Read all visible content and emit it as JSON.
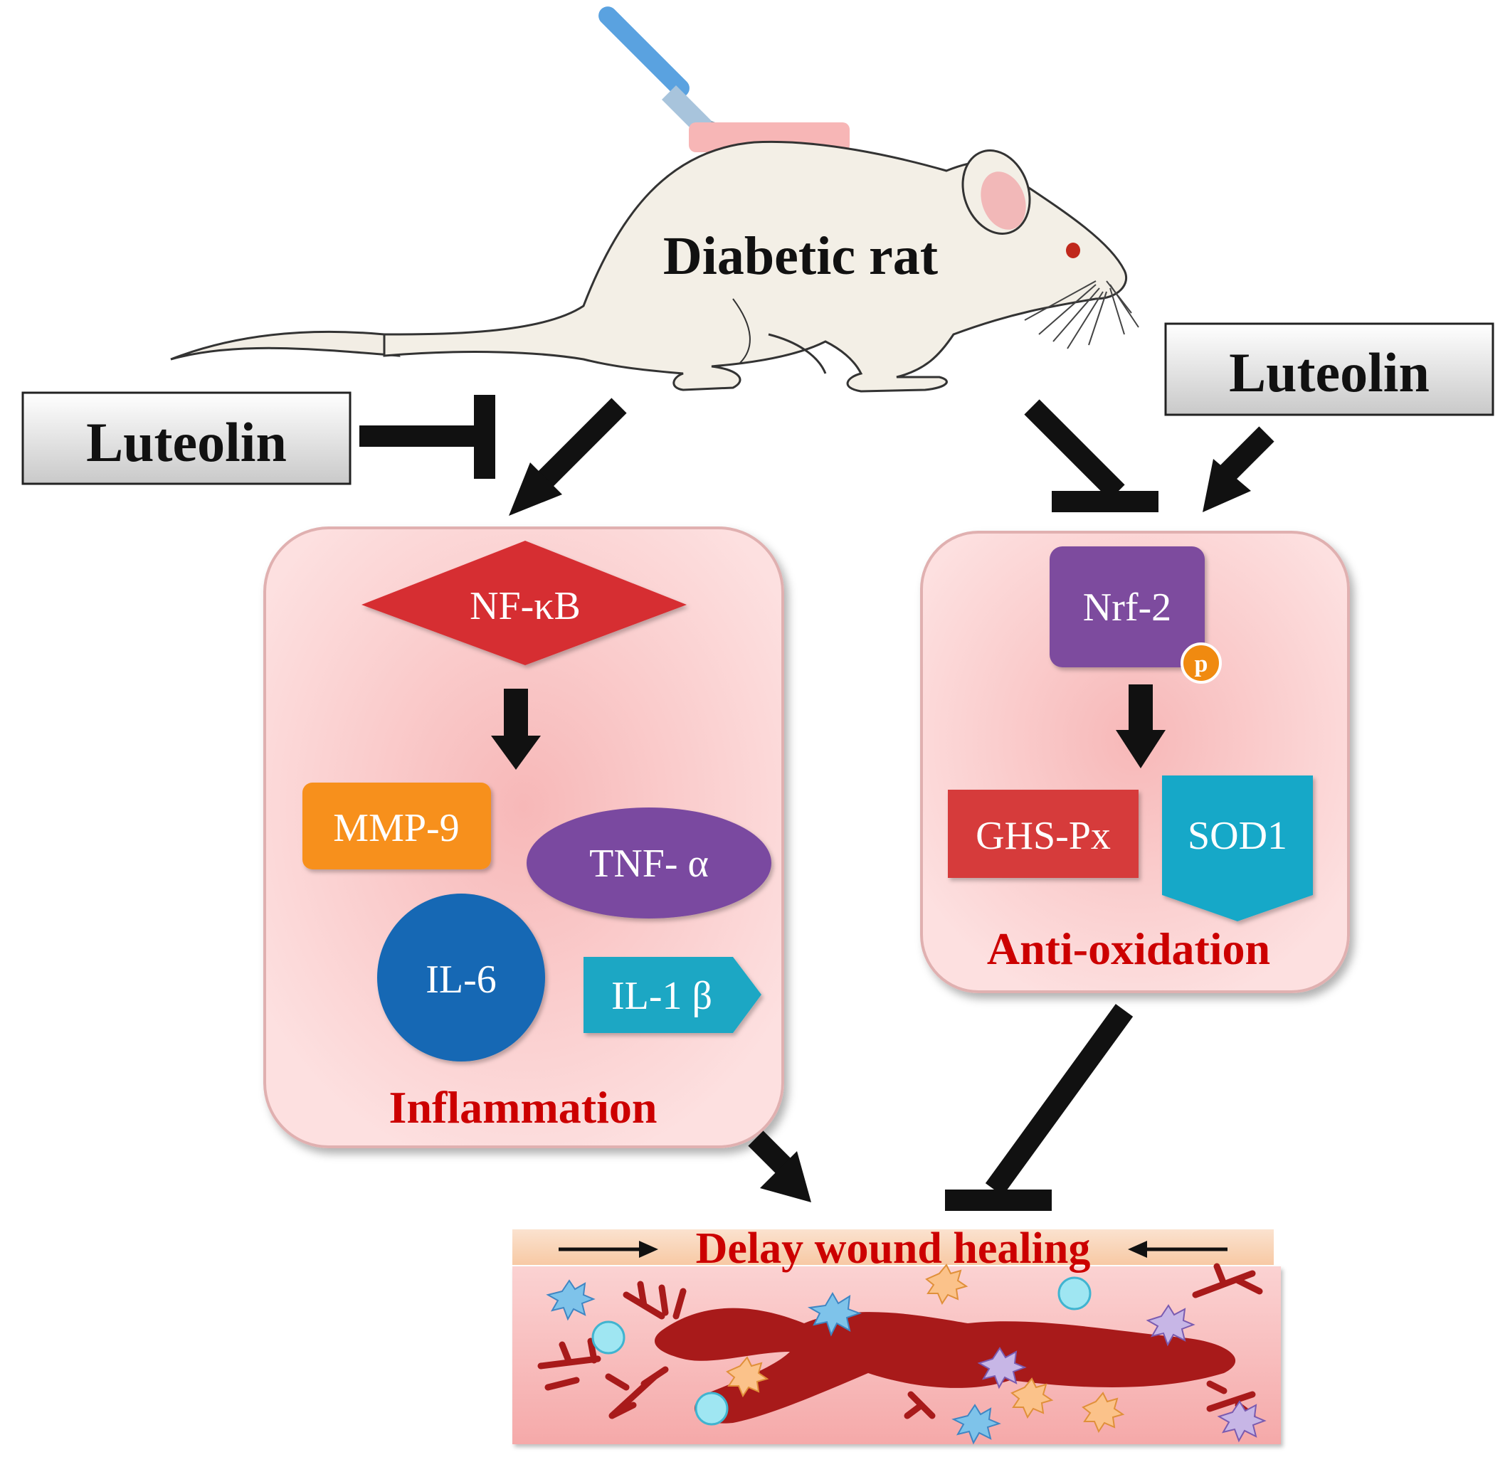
{
  "rat": {
    "label": "Diabetic rat"
  },
  "luteolin_left": {
    "label": "Luteolin"
  },
  "luteolin_right": {
    "label": "Luteolin"
  },
  "inflammation": {
    "title": "Inflammation",
    "nfkb": "NF-κB",
    "mmp9": "MMP-9",
    "tnf": "TNF- α",
    "il6": "IL-6",
    "il1b": "IL-1 β"
  },
  "antioxidation": {
    "title": "Anti-oxidation",
    "nrf2": "Nrf-2",
    "phospho": "p",
    "ghspx": "GHS-Px",
    "sod1": "SOD1"
  },
  "wound": {
    "label": "Delay wound healing"
  },
  "colors": {
    "panel_fill": "#f9c9c9",
    "title_red": "#cc0000",
    "nfkb_red": "#d62f33",
    "mmp9_orange": "#f7901e",
    "tnf_purple": "#7a4aa0",
    "il6_blue": "#1468b4",
    "il1b_teal": "#1aa7c4",
    "nrf2_purple": "#7d4b9e",
    "ghspx_red": "#d63a3a",
    "sod1_teal": "#14a8c8",
    "phospho_orange": "#f08a10"
  }
}
